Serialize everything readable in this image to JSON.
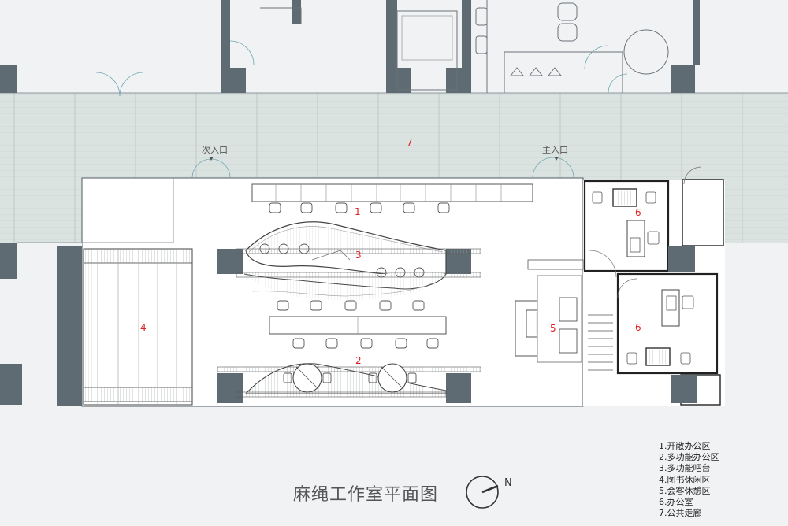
{
  "drawing": {
    "title": "麻绳工作室平面图",
    "north_label": "N",
    "entrances": {
      "secondary": "次入口",
      "main": "主入口"
    },
    "zone_numbers": {
      "z1": "1",
      "z2": "2",
      "z3": "3",
      "z4": "4",
      "z5": "5",
      "z6a": "6",
      "z6b": "6",
      "z7": "7"
    },
    "legend": [
      "1.开敞办公区",
      "2.多功能办公区",
      "3.多功能吧台",
      "4.图书休闲区",
      "5.会客休憩区",
      "6.办公室",
      "7.公共走廊"
    ],
    "colors": {
      "wall": "#5f6b72",
      "corridor": "#d9e1df",
      "background": "#f1f2f4",
      "zone_label": "#e0201e"
    }
  }
}
